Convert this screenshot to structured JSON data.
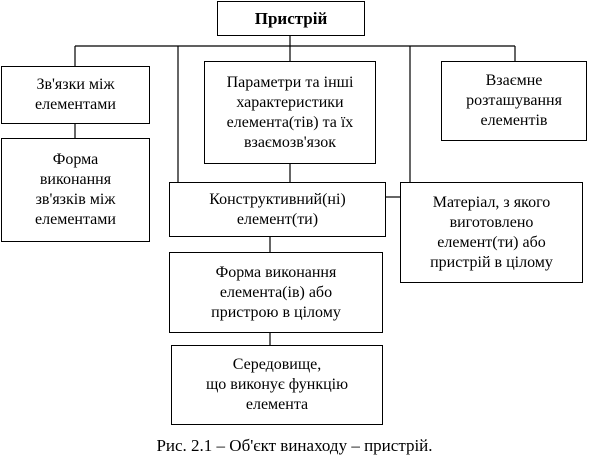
{
  "diagram": {
    "root": "Пристрій",
    "nodes": {
      "connections": "Зв'язки між\nелементами",
      "connections_form": "Форма\nвиконання\nзв'язків між\nелементами",
      "parameters": "Параметри та інші\nхарактеристики\nелемента(тів) та їх\nвзаємозв'язок",
      "mutual_position": "Взаємне\nрозташування\nелементів",
      "structural_element": "Конструктивний(ні)\nелемент(ти)",
      "material": "Матеріал, з якого\nвиготовлено\nелемент(ти) або\nпристрій в цілому",
      "element_form": "Форма виконання\nелемента(ів) або\nпристрою в цілому",
      "medium": "Середовище,\nщо виконує функцію\nелемента"
    },
    "caption": "Рис. 2.1 – Об'єкт винаходу – пристрій."
  }
}
